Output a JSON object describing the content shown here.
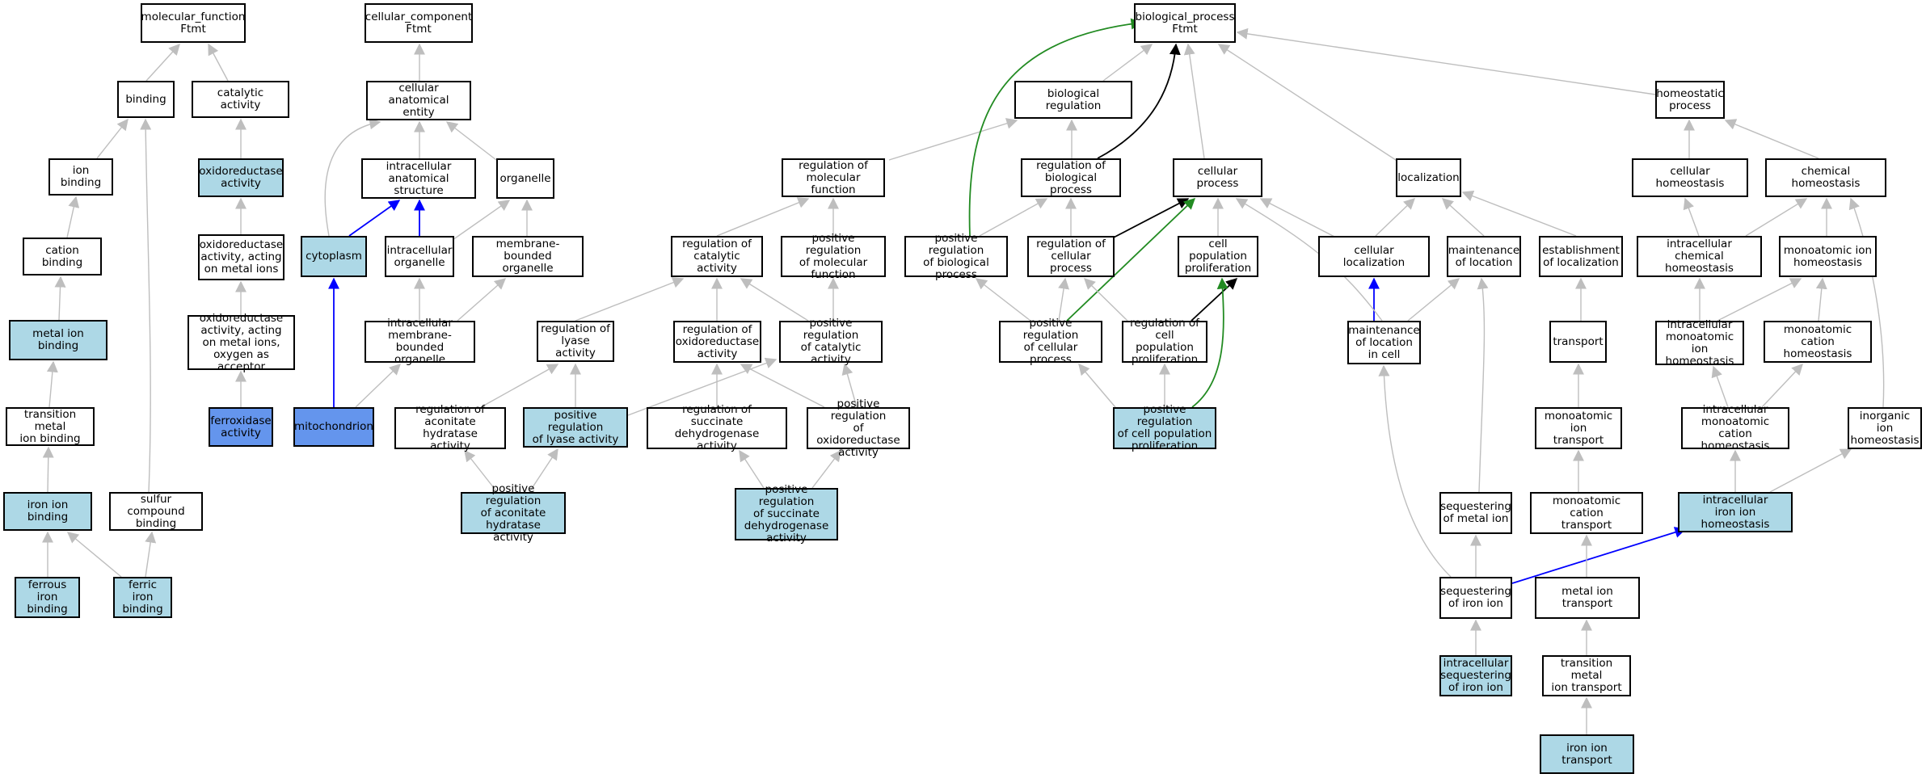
{
  "colors": {
    "default_fill": "#ffffff",
    "light_fill": "#add8e6",
    "blue_fill": "#6495ed",
    "edge_default": "#bebebe",
    "edge_blue": "#0000ff",
    "edge_green": "#228b22",
    "edge_black": "#000000"
  },
  "nodes": {
    "mf_ftmt": "molecular_function\nFtmt",
    "binding": "binding",
    "catalytic_activity": "catalytic activity",
    "ion_binding": "ion binding",
    "oxidoreductase_activity": "oxidoreductase\nactivity",
    "cation_binding": "cation binding",
    "oxred_metal_ions": "oxidoreductase\nactivity, acting\non metal ions",
    "metal_ion_binding": "metal ion binding",
    "oxred_metal_o2": "oxidoreductase\nactivity, acting\non metal ions,\noxygen as acceptor",
    "transition_metal_binding": "transition metal\nion binding",
    "ferroxidase_activity": "ferroxidase\nactivity",
    "iron_ion_binding": "iron ion binding",
    "sulfur_compound_binding": "sulfur compound\nbinding",
    "ferrous_iron_binding": "ferrous iron\nbinding",
    "ferric_iron_binding": "ferric iron\nbinding",
    "cc_ftmt": "cellular_component\nFtmt",
    "cellular_anatomical_entity": "cellular anatomical\nentity",
    "intracellular_anatomical_structure": "intracellular\nanatomical structure",
    "organelle": "organelle",
    "cytoplasm": "cytoplasm",
    "intracellular_organelle": "intracellular\norganelle",
    "membrane_bounded_organelle": "membrane-bounded\norganelle",
    "intracellular_mb_organelle": "intracellular\nmembrane-bounded\norganelle",
    "mitochondrion": "mitochondrion",
    "bp_ftmt": "biological_process\nFtmt",
    "biological_regulation": "biological regulation",
    "regulation_molecular_function": "regulation of\nmolecular function",
    "regulation_biological_process": "regulation of\nbiological process",
    "cellular_process": "cellular process",
    "localization": "localization",
    "homeostatic_process": "homeostatic\nprocess",
    "regulation_catalytic_activity": "regulation of\ncatalytic activity",
    "pos_reg_molecular_function": "positive regulation\nof molecular\nfunction",
    "pos_reg_biological_process": "positive regulation\nof biological\nprocess",
    "regulation_cellular_process": "regulation of\ncellular process",
    "cell_population_proliferation": "cell population\nproliferation",
    "cellular_localization": "cellular localization",
    "maintenance_of_location": "maintenance\nof location",
    "establishment_of_localization": "establishment\nof localization",
    "cellular_homeostasis": "cellular homeostasis",
    "chemical_homeostasis": "chemical homeostasis",
    "regulation_lyase_activity": "regulation of\nlyase activity",
    "regulation_oxidoreductase_activity": "regulation of\noxidoreductase\nactivity",
    "pos_reg_catalytic_activity": "positive regulation\nof catalytic\nactivity",
    "pos_reg_cellular_process": "positive regulation\nof cellular\nprocess",
    "reg_cell_pop_proliferation": "regulation of\ncell population\nproliferation",
    "maintenance_location_in_cell": "maintenance\nof location\nin cell",
    "transport": "transport",
    "intracellular_chemical_homeostasis": "intracellular\nchemical homeostasis",
    "monoatomic_ion_homeostasis": "monoatomic ion\nhomeostasis",
    "intracellular_monoatomic_ion_homeostasis": "intracellular\nmonoatomic ion\nhomeostasis",
    "monoatomic_cation_homeostasis": "monoatomic cation\nhomeostasis",
    "reg_aconitate_hydratase": "regulation of\naconitate hydratase\nactivity",
    "pos_reg_lyase_activity": "positive regulation\nof lyase activity",
    "reg_succinate_dehydrogenase": "regulation of\nsuccinate dehydrogenase\nactivity",
    "pos_reg_oxidoreductase_activity": "positive regulation\nof oxidoreductase\nactivity",
    "pos_reg_cell_pop_proliferation": "positive regulation\nof cell population\nproliferation",
    "monoatomic_ion_transport": "monoatomic ion\ntransport",
    "intracellular_monoatomic_cation_homeostasis": "intracellular\nmonoatomic cation\nhomeostasis",
    "inorganic_ion_homeostasis": "inorganic ion\nhomeostasis",
    "pos_reg_aconitate_hydratase": "positive regulation\nof aconitate\nhydratase activity",
    "pos_reg_succinate_dehydrogenase": "positive regulation\nof succinate\ndehydrogenase\nactivity",
    "sequestering_metal_ion": "sequestering\nof metal ion",
    "monoatomic_cation_transport": "monoatomic cation\ntransport",
    "intracellular_iron_ion_homeostasis": "intracellular\niron ion homeostasis",
    "sequestering_iron_ion": "sequestering\nof iron ion",
    "metal_ion_transport": "metal ion transport",
    "intracellular_sequestering_iron_ion": "intracellular\nsequestering\nof iron ion",
    "transition_metal_ion_transport": "transition metal\nion transport",
    "iron_ion_transport": "iron ion transport"
  }
}
